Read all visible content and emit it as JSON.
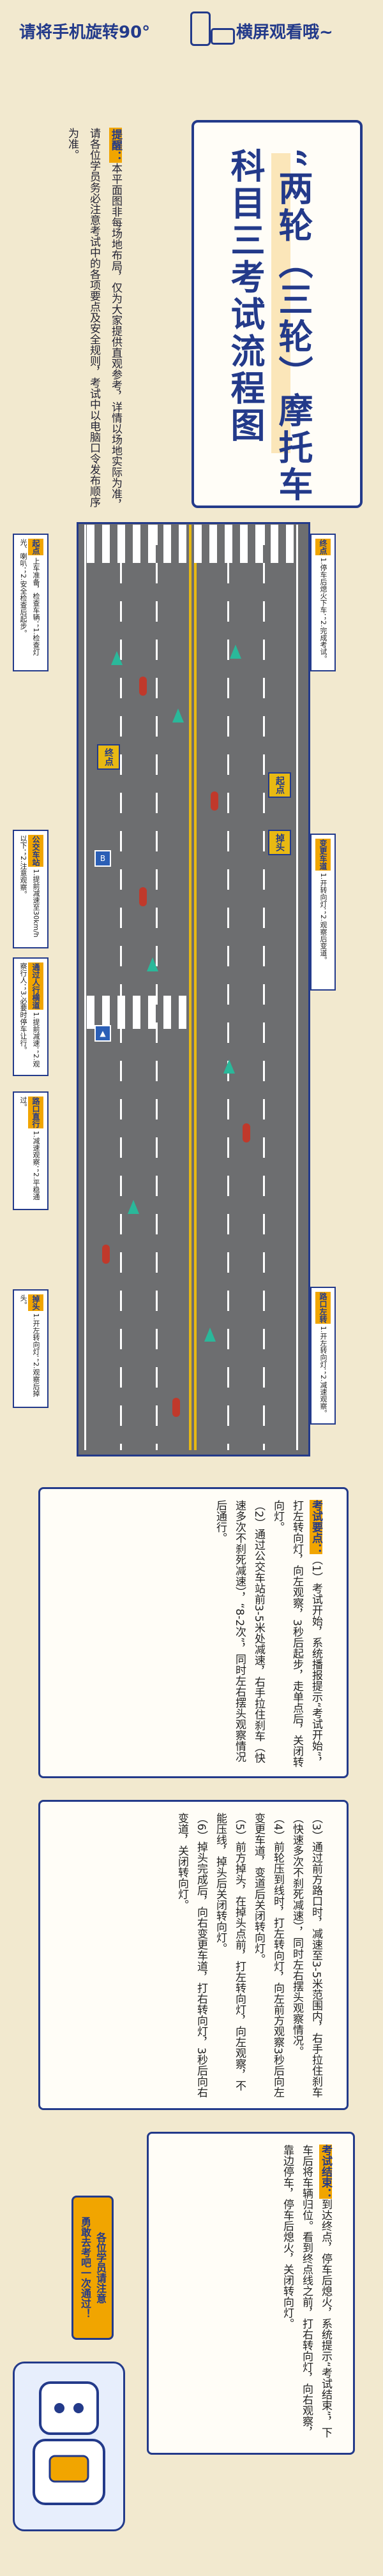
{
  "header": {
    "rotate_tip": "请将手机旋转90°",
    "landscape_tip": "横屏观看哦~"
  },
  "title": {
    "line1": "“两轮（三轮）摩托车",
    "line2": "科目三考试流程图"
  },
  "intro": {
    "badge": "提醒：",
    "text": "本平面图非每场地布局，仅为大家提供直观参考，详情以场地实际为准，请各位学员务必注意考试中的各项要点及安全规则，考试中以电脑口令发布顺序为准。"
  },
  "road": {
    "tags": {
      "start": "起点",
      "end": "终点",
      "bus_stop": "公交车站",
      "crosswalk": "人行横道",
      "turn": "掉头"
    },
    "labels": {
      "start": {
        "title": "起点",
        "text": "上车准备，检查车辆；1.检查灯光、喇叭；2.安全检查后起步。"
      },
      "end": {
        "title": "终点",
        "text": "1.停车后熄火下车；2.完成考试。"
      },
      "bus": {
        "title": "公交车站",
        "text": "1.提前减速至30km/h以下；2.注意观察。"
      },
      "cross": {
        "title": "通过人行横道",
        "text": "1.提前减速；2.观察行人；3.必要时停车让行。"
      },
      "intersection": {
        "title": "路口直行",
        "text": "1.减速观察；2.平稳通过。"
      },
      "lane": {
        "title": "变更车道",
        "text": "1.开转向灯；2.观察后变道。"
      },
      "turnaround": {
        "title": "掉头",
        "text": "1.开左转向灯；2.观察后掉头。"
      },
      "left": {
        "title": "路口左转",
        "text": "1.开左转向灯；2.减速观察。"
      }
    }
  },
  "tips": {
    "badge": "考试要点：",
    "items": [
      "（1）考试开始，系统播报提示“考试开始”，打左转向灯，向左观察，3秒后起步，走单点后，关闭转向灯。",
      "（2）通过公交车站前3-5米处减速，右手拉住刹车（快速多次不刹死减速），“8-2次”，同时左右摆头观察情况后通行。",
      "（3）通过前方路口时，减速至3-5米范围内，右手拉住刹车（快速多次不刹死减速），同时左右摆头观察情况。",
      "（4）前轮压到线时，打左转向灯，向左前方观察3秒后向左变更车道，变道后关闭转向灯。",
      "（5）前方掉头，在掉头点前，打左转向灯，向左观察，不能压线，掉头后关闭转向灯。",
      "（6）掉头完成后，向右变更车道，打右转向灯，3秒后向右变道，关闭转向灯。"
    ],
    "final_badge": "考试结束：",
    "final_text": "到达终点，停车后熄火，系统提示“考试结束”，下车后将车辆归位。看到终点线之前，打右转向灯，向右观察，靠边停车，停车后熄火，关闭转向灯。"
  },
  "callout": {
    "line1": "各位学员请注意",
    "line2": "勇敢去考吧一次通过！"
  }
}
